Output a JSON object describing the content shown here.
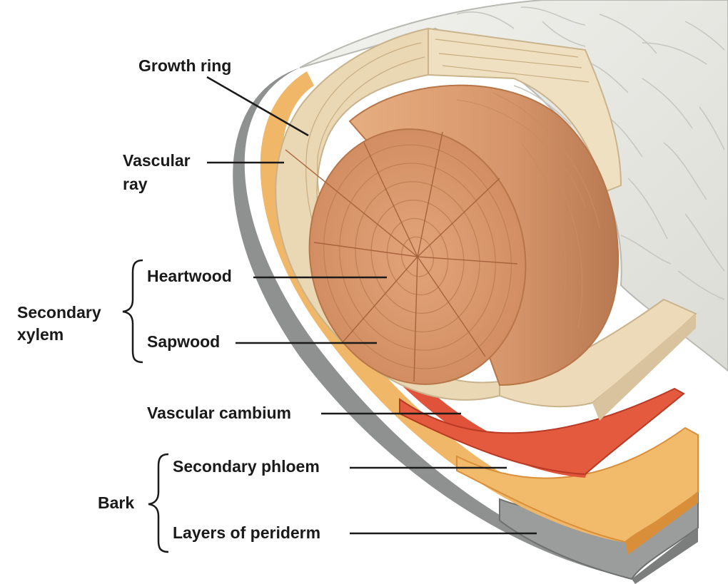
{
  "labels": {
    "growth_ring": "Growth ring",
    "vascular_ray_1": "Vascular",
    "vascular_ray_2": "ray",
    "heartwood": "Heartwood",
    "sapwood": "Sapwood",
    "secondary_xylem_1": "Secondary",
    "secondary_xylem_2": "xylem",
    "vascular_cambium": "Vascular cambium",
    "secondary_phloem": "Secondary phloem",
    "bark": "Bark",
    "periderm": "Layers of periderm"
  },
  "colors": {
    "bark_outer": "#e9e9e4",
    "bark_scale_line": "#c6c6c0",
    "periderm": "#8f9090",
    "phloem": "#f0b768",
    "phloem_dark": "#d98f3a",
    "cambium": "#e0533a",
    "sapwood": "#ead7b4",
    "sapwood_edge": "#c9b38c",
    "heartwood": "#d99a6c",
    "heartwood_dark": "#b77548",
    "leader_line": "#1a1a1a"
  }
}
